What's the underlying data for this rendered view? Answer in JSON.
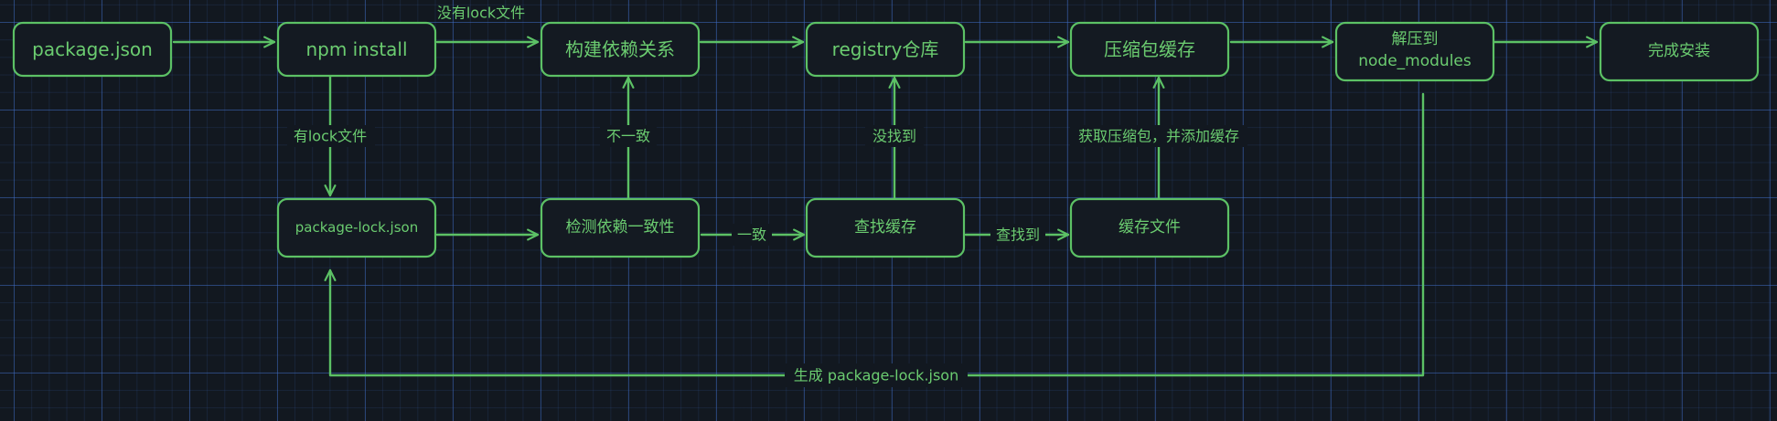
{
  "colors": {
    "background": "#121820",
    "accent": "#5cc165",
    "text": "#6bcc70",
    "grid": "#406ec8"
  },
  "nodes": {
    "package_json": "package.json",
    "npm_install": "npm install",
    "build_deps": "构建依赖关系",
    "registry": "registry仓库",
    "tarball_cache": "压缩包缓存",
    "extract_line1": "解压到",
    "extract_line2": "node_modules",
    "complete": "完成安装",
    "package_lock": "package-lock.json",
    "check_consistency": "检测依赖一致性",
    "find_cache": "查找缓存",
    "cache_file": "缓存文件"
  },
  "edges": {
    "no_lock": "没有lock文件",
    "has_lock": "有lock文件",
    "inconsistent": "不一致",
    "consistent": "一致",
    "not_found": "没找到",
    "found": "查找到",
    "fetch_and_cache": "获取压缩包，并添加缓存",
    "generate_lock": "生成 package-lock.json"
  }
}
